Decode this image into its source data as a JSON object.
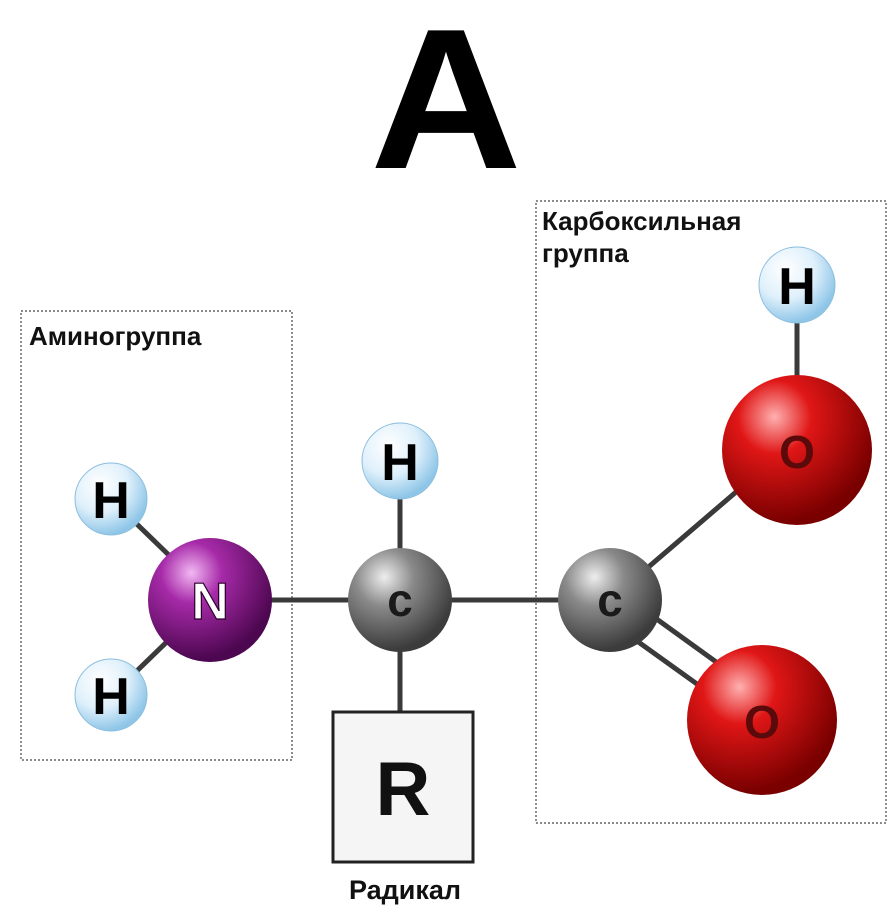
{
  "title": "A",
  "groups": {
    "amino": "Аминогруппа",
    "carboxyl_line1": "Карбоксильная",
    "carboxyl_line2": "группа",
    "radical": "Радикал"
  },
  "atoms": {
    "h_amino_top": "H",
    "h_amino_bottom": "H",
    "nitrogen": "N",
    "h_alpha": "H",
    "carbon_alpha": "c",
    "carbon_carboxyl": "c",
    "oxygen_hydroxyl": "O",
    "h_hydroxyl": "H",
    "oxygen_carbonyl": "O",
    "radical": "R"
  },
  "colors": {
    "hydrogen": "#cfe8f7",
    "nitrogen": "#8a1a8c",
    "carbon": "#6e6e6e",
    "oxygen": "#d40f0f",
    "bond": "#3a3a3a"
  }
}
